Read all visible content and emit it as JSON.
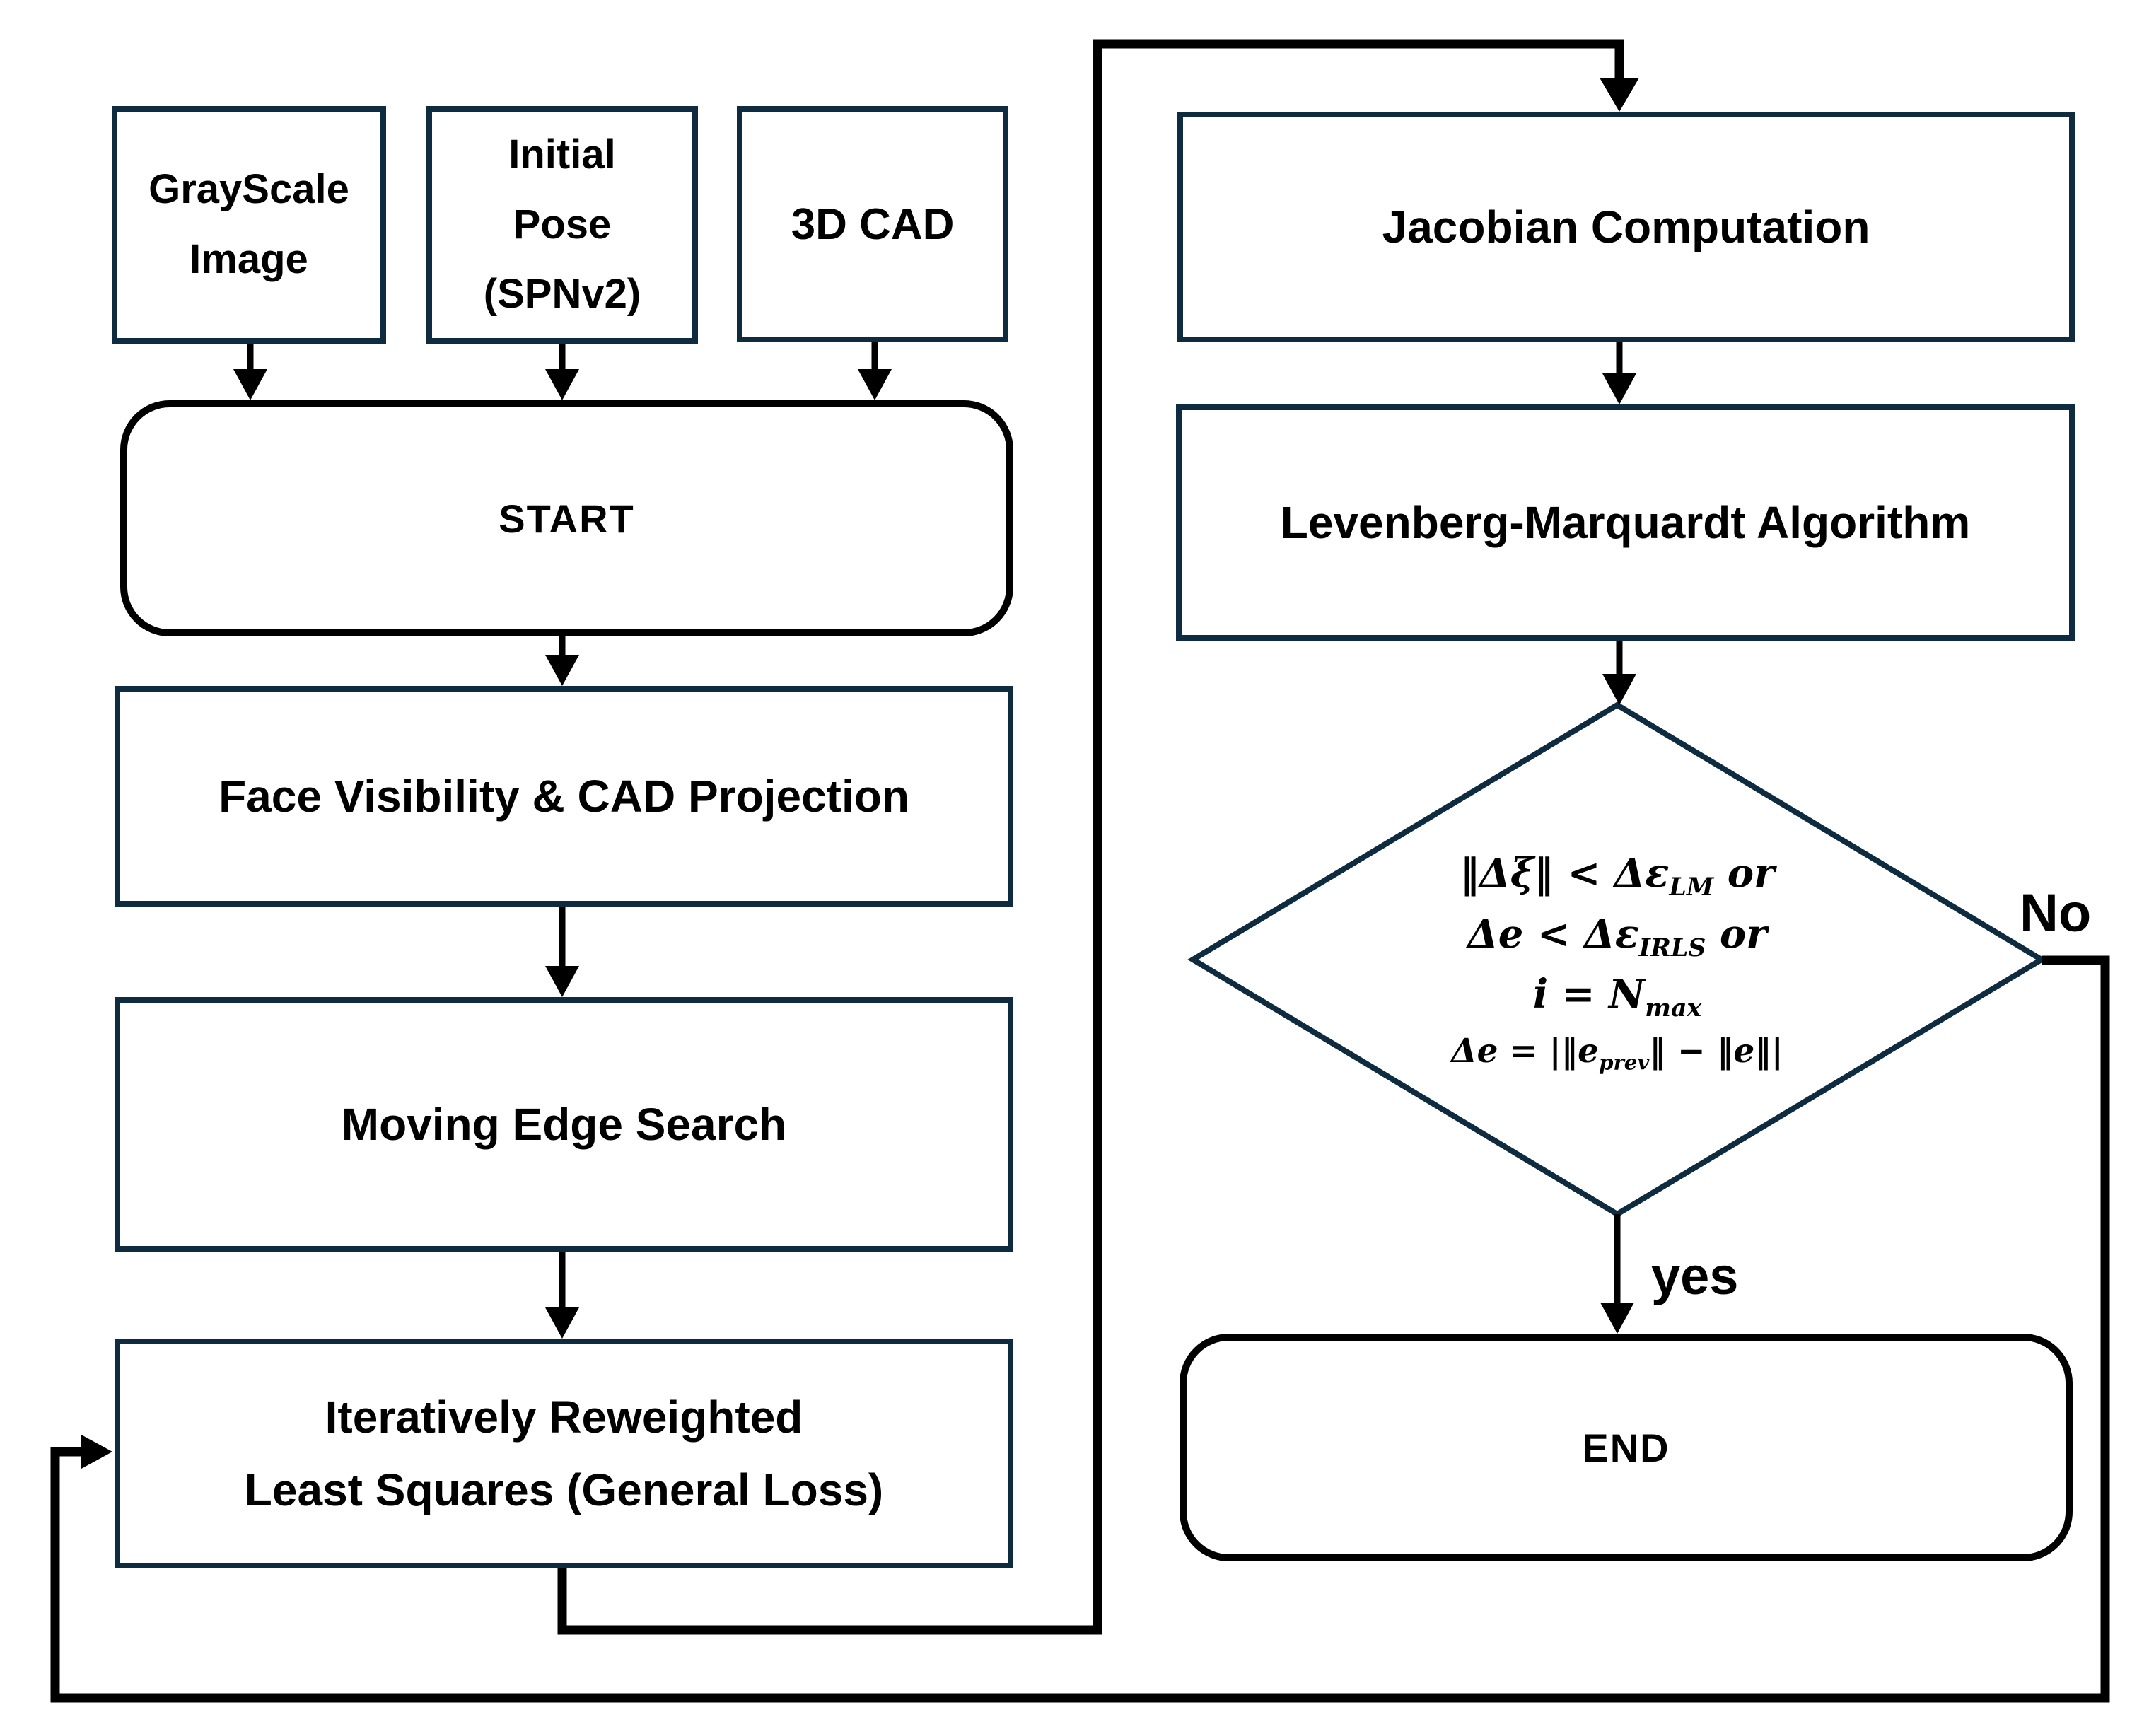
{
  "nodes": {
    "grayscale": {
      "lines": [
        "GrayScale",
        "Image"
      ]
    },
    "initial_pose": {
      "lines": [
        "Initial",
        "Pose",
        "(SPNv2)"
      ]
    },
    "cad": {
      "label": "3D CAD"
    },
    "start": {
      "label": "START"
    },
    "face_visibility": {
      "label": "Face Visibility & CAD Projection"
    },
    "moving_edge": {
      "label": "Moving Edge Search"
    },
    "irls": {
      "lines": [
        "Iteratively Reweighted",
        "Least Squares (General Loss)"
      ]
    },
    "jacobian": {
      "label": "Jacobian Computation"
    },
    "levenberg": {
      "label": "Levenberg-Marquardt Algorithm"
    },
    "decision": {
      "line1": {
        "pre": "‖Δξ‖ < Δε",
        "sub": "LM",
        "post": " or"
      },
      "line2": {
        "pre": "Δe < Δε",
        "sub": "IRLS",
        "post": " or"
      },
      "line3": {
        "pre": "i = N",
        "sub": "max",
        "post": ""
      },
      "line4": {
        "pre": "Δe = |‖e",
        "sub": "prev",
        "post": "‖ − ‖e‖|"
      }
    },
    "end": {
      "label": "END"
    }
  },
  "edges": {
    "yes_label": "yes",
    "no_label": "No"
  },
  "colors": {
    "box_border": "#0e2b40",
    "terminal_border": "#000000",
    "line": "#000000",
    "text": "#000000",
    "background": "#ffffff"
  }
}
